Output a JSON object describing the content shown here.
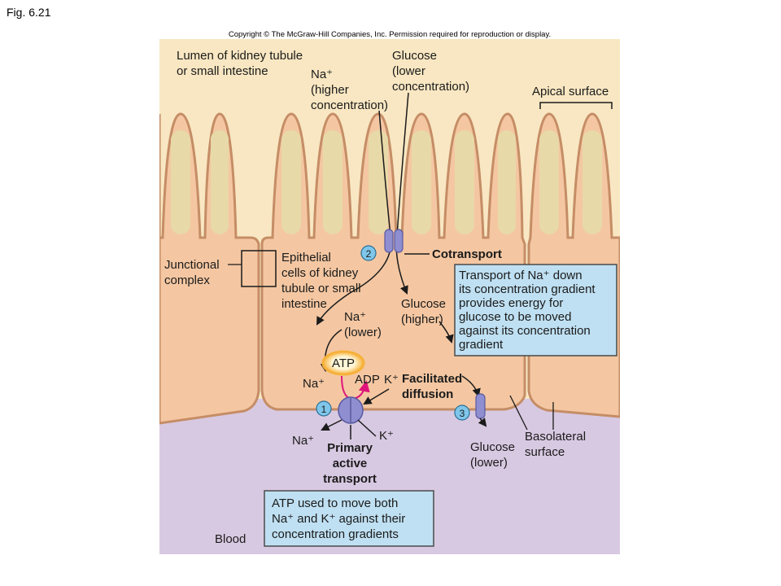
{
  "figure_label": "Fig. 6.21",
  "copyright": "Copyright © The McGraw-Hill Companies, Inc. Permission required for reproduction or display.",
  "labels": {
    "lumen": [
      "Lumen of kidney tubule",
      "or small intestine"
    ],
    "na_higher": [
      "Na⁺",
      "(higher",
      "concentration)"
    ],
    "glucose_lower_top": [
      "Glucose",
      "(lower",
      "concentration)"
    ],
    "apical_surface": "Apical surface",
    "junctional_complex": [
      "Junctional",
      "complex"
    ],
    "epithelial_cells": [
      "Epithelial",
      "cells of kidney",
      "tubule or small",
      "intestine"
    ],
    "cotransport": "Cotransport",
    "na_lower": [
      "Na⁺",
      "(lower)"
    ],
    "glucose_higher": [
      "Glucose",
      "(higher)"
    ],
    "atp": "ATP",
    "adp": "ADP",
    "na_in": "Na⁺",
    "k_in": "K⁺",
    "na_out": "Na⁺",
    "k_out": "K⁺",
    "facilitated_diffusion": [
      "Facilitated",
      "diffusion"
    ],
    "primary_active_transport": [
      "Primary",
      "active",
      "transport"
    ],
    "glucose_lower_blood": [
      "Glucose",
      "(lower)"
    ],
    "basolateral_surface": [
      "Basolateral",
      "surface"
    ],
    "blood": "Blood",
    "step_1": "1",
    "step_2": "2",
    "step_3": "3"
  },
  "callouts": {
    "cotransport_note": [
      "Transport of Na⁺ down",
      "its concentration gradient",
      "provides energy for",
      "glucose to be moved",
      "against its concentration",
      "gradient"
    ],
    "atp_note": [
      "ATP used to move both",
      "Na⁺ and K⁺ against their",
      "concentration gradients"
    ]
  },
  "colors": {
    "lumen": "#f8e7c2",
    "cell": "#f4c7a2",
    "cell_edge": "#c58d66",
    "microvillus_core": "#e8d9a8",
    "blood": "#d8c9e2",
    "protein": "#8e8ed0",
    "callout_fill": "#bfe0f2",
    "callout_edge": "#4a4a4a",
    "atp_glow": "#f6b13a",
    "atp_arrow": "#e0147a"
  },
  "icons": [
    "cotransporter-protein-icon",
    "sodium-potassium-pump-icon",
    "glucose-carrier-icon",
    "atp-badge-icon"
  ]
}
